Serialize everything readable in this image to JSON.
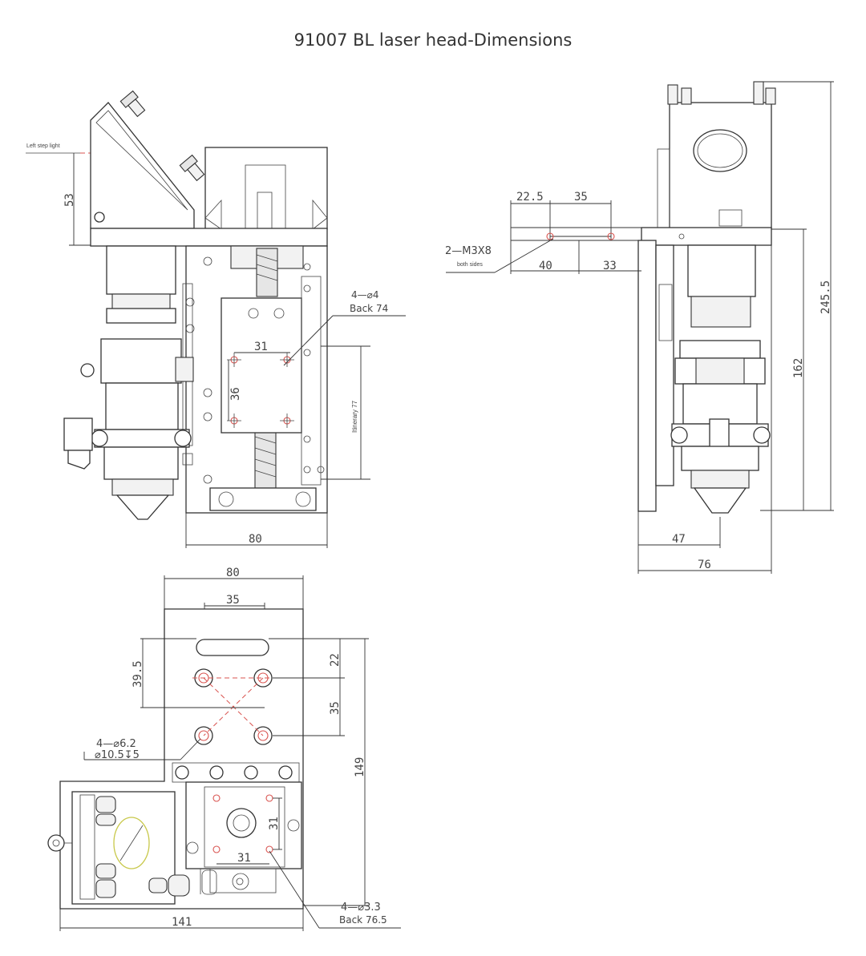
{
  "title": "91007 BL laser head-Dimensions",
  "front_view": {
    "left_step_light": "Left step light",
    "dim_53": "53",
    "dim_80": "80",
    "dim_31": "31",
    "dim_36": "36",
    "hole_spec": "4—⌀4",
    "hole_back": "Back 74",
    "itinerary": "Itinerary 77"
  },
  "side_view": {
    "dim_22_5": "22.5",
    "dim_35": "35",
    "screw_spec": "2—M3X8",
    "both_sides": "both sides",
    "dim_40": "40",
    "dim_33": "33",
    "dim_245_5": "245.5",
    "dim_162": "162",
    "dim_47": "47",
    "dim_76": "76"
  },
  "top_view": {
    "dim_80": "80",
    "dim_35_top": "35",
    "dim_39_5": "39.5",
    "dim_22": "22",
    "dim_35_side": "35",
    "dim_149": "149",
    "hole_spec_1": "4—⌀6.2",
    "hole_spec_2": "⌀10.5↧5",
    "dim_31_v": "31",
    "dim_31_h": "31",
    "hole_spec_3": "4—⌀3.3",
    "hole_back_3": "Back 76.5",
    "dim_141": "141"
  }
}
